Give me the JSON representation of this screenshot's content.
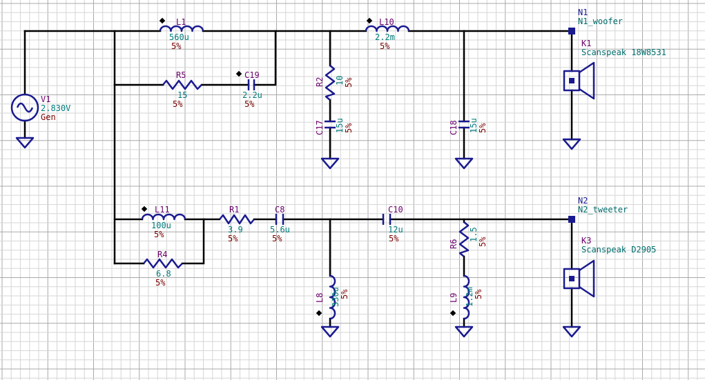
{
  "colors": {
    "grid_minor": "#d6d6d6",
    "grid_major": "#a8a8a8",
    "wire": "#000000",
    "component": "#1a1a90",
    "ref_designator": "#6b006b",
    "value": "#007a7a",
    "tolerance": "#7a0000",
    "net_label": "#006b6b"
  },
  "source": {
    "ref": "V1",
    "value": "2.830V",
    "desc": "Gen"
  },
  "nets": {
    "n1": {
      "id": "N1",
      "name": "N1_woofer"
    },
    "n2": {
      "id": "N2",
      "name": "N2_tweeter"
    }
  },
  "speakers": {
    "k1": {
      "ref": "K1",
      "model": "Scanspeak 18W8531"
    },
    "k3": {
      "ref": "K3",
      "model": "Scanspeak D2905"
    }
  },
  "components": {
    "L1": {
      "ref": "L1",
      "value": "560u",
      "tol": "5%"
    },
    "L10": {
      "ref": "L10",
      "value": "2.2m",
      "tol": "5%"
    },
    "R5": {
      "ref": "R5",
      "value": "15",
      "tol": "5%"
    },
    "C19": {
      "ref": "C19",
      "value": "2.2u",
      "tol": "5%"
    },
    "R2": {
      "ref": "R2",
      "value": "10",
      "tol": "5%"
    },
    "C17": {
      "ref": "C17",
      "value": "15u",
      "tol": "5%"
    },
    "C18": {
      "ref": "C18",
      "value": "15u",
      "tol": "5%"
    },
    "L11": {
      "ref": "L11",
      "value": "100u",
      "tol": "5%"
    },
    "R4": {
      "ref": "R4",
      "value": "6.8",
      "tol": "5%"
    },
    "R1": {
      "ref": "R1",
      "value": "3.9",
      "tol": "5%"
    },
    "C8": {
      "ref": "C8",
      "value": "5.6u",
      "tol": "5%"
    },
    "C10": {
      "ref": "C10",
      "value": "12u",
      "tol": "5%"
    },
    "R6": {
      "ref": "R6",
      "value": "1.5",
      "tol": "5%"
    },
    "L8": {
      "ref": "L8",
      "value": "330u",
      "tol": "5%"
    },
    "L9": {
      "ref": "L9",
      "value": "1.2m",
      "tol": "5%"
    }
  }
}
